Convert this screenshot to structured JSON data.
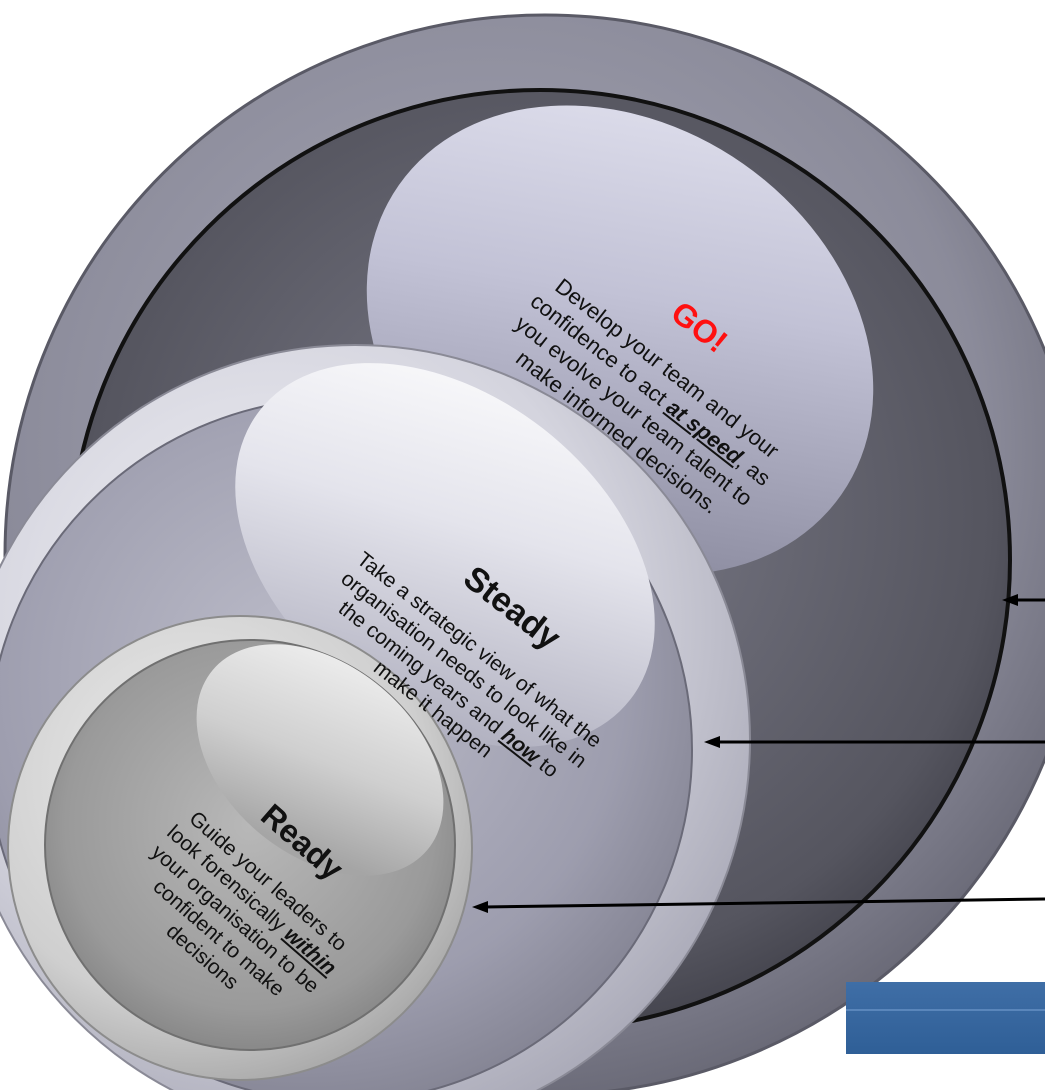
{
  "rings": [
    {
      "id": "go",
      "title": "GO!",
      "body_before": "Develop your team and your\nconfidence to act ",
      "emphasis": "at speed",
      "body_after": ", as\nyou evolve your team talent to\nmake informed decisions.",
      "title_color": "#ff1010"
    },
    {
      "id": "steady",
      "title": "Steady",
      "body_before": "Take a strategic view of what the\norganisation needs to look like in\nthe coming years and ",
      "emphasis": "how",
      "body_after": " to\nmake it happen"
    },
    {
      "id": "ready",
      "title": "Ready",
      "body_before": "Guide your leaders to\nlook forensically ",
      "emphasis": "within",
      "body_after": "\nyour organisation to be\nconfident to make\ndecisions"
    }
  ],
  "colors": {
    "outer_ring": "#858594",
    "inner_dark": "#4d4d58",
    "steady_ring": "#d5d5dd",
    "ready_ring": "#c8c8c8",
    "accent_bar": "#3b6aa2"
  }
}
